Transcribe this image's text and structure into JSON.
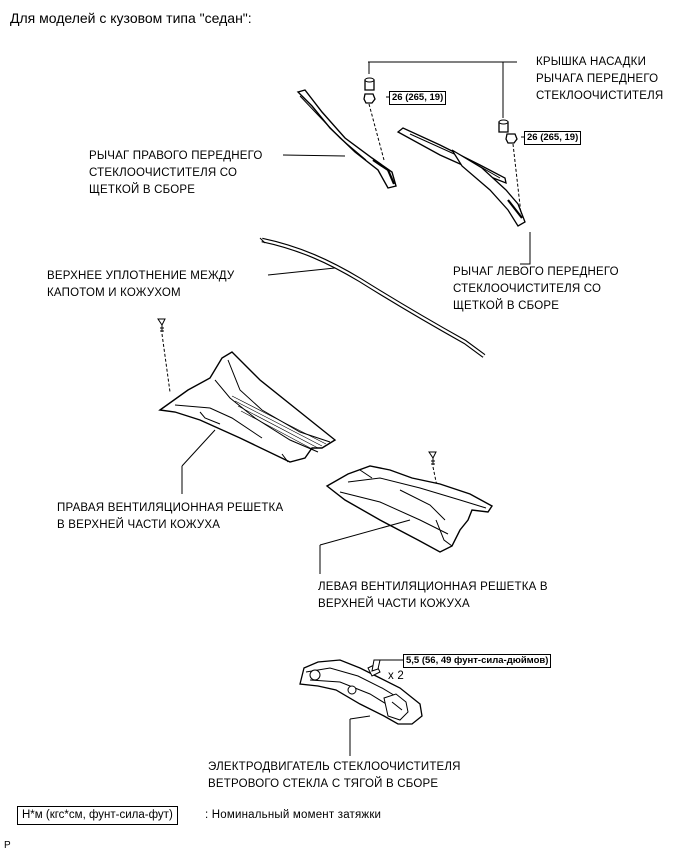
{
  "header": {
    "title": "Для моделей с кузовом типа \"седан\":"
  },
  "labels": {
    "cap_cover": [
      "КРЫШКА НАСАДКИ",
      "РЫЧАГА ПЕРЕДНЕГО",
      "СТЕКЛООЧИСТИТЕЛЯ"
    ],
    "right_arm": [
      "РЫЧАГ ПРАВОГО ПЕРЕДНЕГО",
      "СТЕКЛООЧИСТИТЕЛЯ СО",
      "ЩЕТКОЙ В СБОРЕ"
    ],
    "left_arm": [
      "РЫЧАГ ЛЕВОГО ПЕРЕДНЕГО",
      "СТЕКЛООЧИСТИТЕЛЯ СО",
      "ЩЕТКОЙ В СБОРЕ"
    ],
    "hood_seal": [
      "ВЕРХНЕЕ УПЛОТНЕНИЕ МЕЖДУ",
      "КАПОТОМ И КОЖУХОМ"
    ],
    "right_louver": [
      "ПРАВАЯ ВЕНТИЛЯЦИОННАЯ РЕШЕТКА",
      "В ВЕРХНЕЙ ЧАСТИ КОЖУХА"
    ],
    "left_louver": [
      "ЛЕВАЯ ВЕНТИЛЯЦИОННАЯ РЕШЕТКА В",
      "ВЕРХНЕЙ ЧАСТИ КОЖУХА"
    ],
    "motor": [
      "ЭЛЕКТРОДВИГАТЕЛЬ СТЕКЛООЧИСТИТЕЛЯ",
      "ВЕТРОВОГО СТЕКЛА С ТЯГОЙ В СБОРЕ"
    ]
  },
  "torque": {
    "right_nut": "26 (265, 19)",
    "left_nut": "26 (265, 19)",
    "motor_bolt": "5,5 (56, 49 фунт-сила-дюймов)",
    "motor_qty": "x 2"
  },
  "legend": {
    "box": "Н*м (кгс*см, фунт-сила-фут)",
    "text": ": Номинальный момент затяжки"
  },
  "footer": {
    "code": "P"
  }
}
